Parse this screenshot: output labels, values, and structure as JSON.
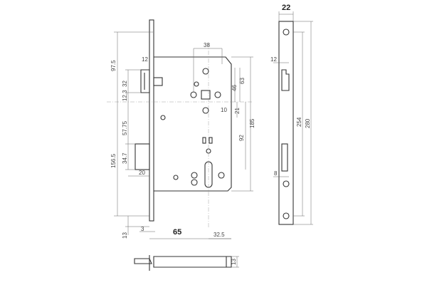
{
  "front_view": {
    "dimensions": {
      "backset_total": "97.5",
      "latch_height": "32",
      "latch_width": "12",
      "latch_offset": "12,3",
      "deadbolt_offset": "57.75",
      "deadbolt_height": "34.7",
      "deadbolt_throw": "20",
      "bottom_total": "156.5",
      "faceplate_bottom": "13",
      "faceplate_thickness": "3",
      "backset": "65",
      "cylinder_offset": "32.5",
      "spindle_hole_spacing": "38",
      "upper_hole_63": "63",
      "upper_hole_46": "46",
      "spindle_lower": "21",
      "spindle_square": "10",
      "case_height": "185",
      "distance_92": "92"
    }
  },
  "bottom_view": {
    "dimensions": {
      "thickness": "13"
    }
  },
  "strike_plate": {
    "dimensions": {
      "width": "22",
      "latch_opening": "12",
      "bolt_opening": "8",
      "hole_spacing": "254",
      "length": "280"
    }
  }
}
